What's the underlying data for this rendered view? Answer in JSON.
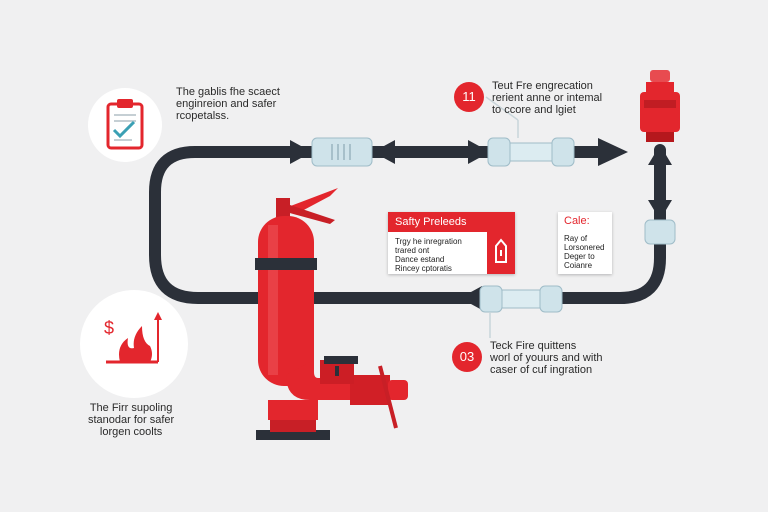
{
  "top_left_caption": [
    "The gablis fhe scaect",
    "enginreion and safer",
    "rcopetalss."
  ],
  "step_top": {
    "number": "11",
    "lines": [
      "Teut Fre engrecation",
      "rerient anne or intemal",
      "to ccore and lgiet"
    ]
  },
  "step_bottom": {
    "number": "03",
    "lines": [
      "Teck Fire quittens",
      "worl of youurs and with",
      "caser of cuf ingration"
    ]
  },
  "bottom_left_caption": [
    "The Firr supoling",
    "stanodar for safer",
    "lorgen coolts"
  ],
  "card_safety": {
    "title": "Safty Preleeds",
    "lines": [
      "Trgy he inregration",
      "trared ont",
      "Dance estand",
      "Rincey cptoratis"
    ]
  },
  "card_cale": {
    "title": "Cale:",
    "lines": [
      "Ray of",
      "Lorsonered",
      "Deger to",
      "Coianre"
    ]
  },
  "icons": {
    "clipboard": "clipboard-check-icon",
    "fire_cost": "fire-cost-icon",
    "lock": "lock-icon",
    "extinguisher": "fire-extinguisher-icon",
    "beacon": "alarm-beacon-icon",
    "valve": "valve-wheel-icon"
  },
  "colors": {
    "accent": "#e3262d",
    "pipe": "#2b3039",
    "coupling": "#cfe3ea",
    "background": "#f0f0f1"
  }
}
